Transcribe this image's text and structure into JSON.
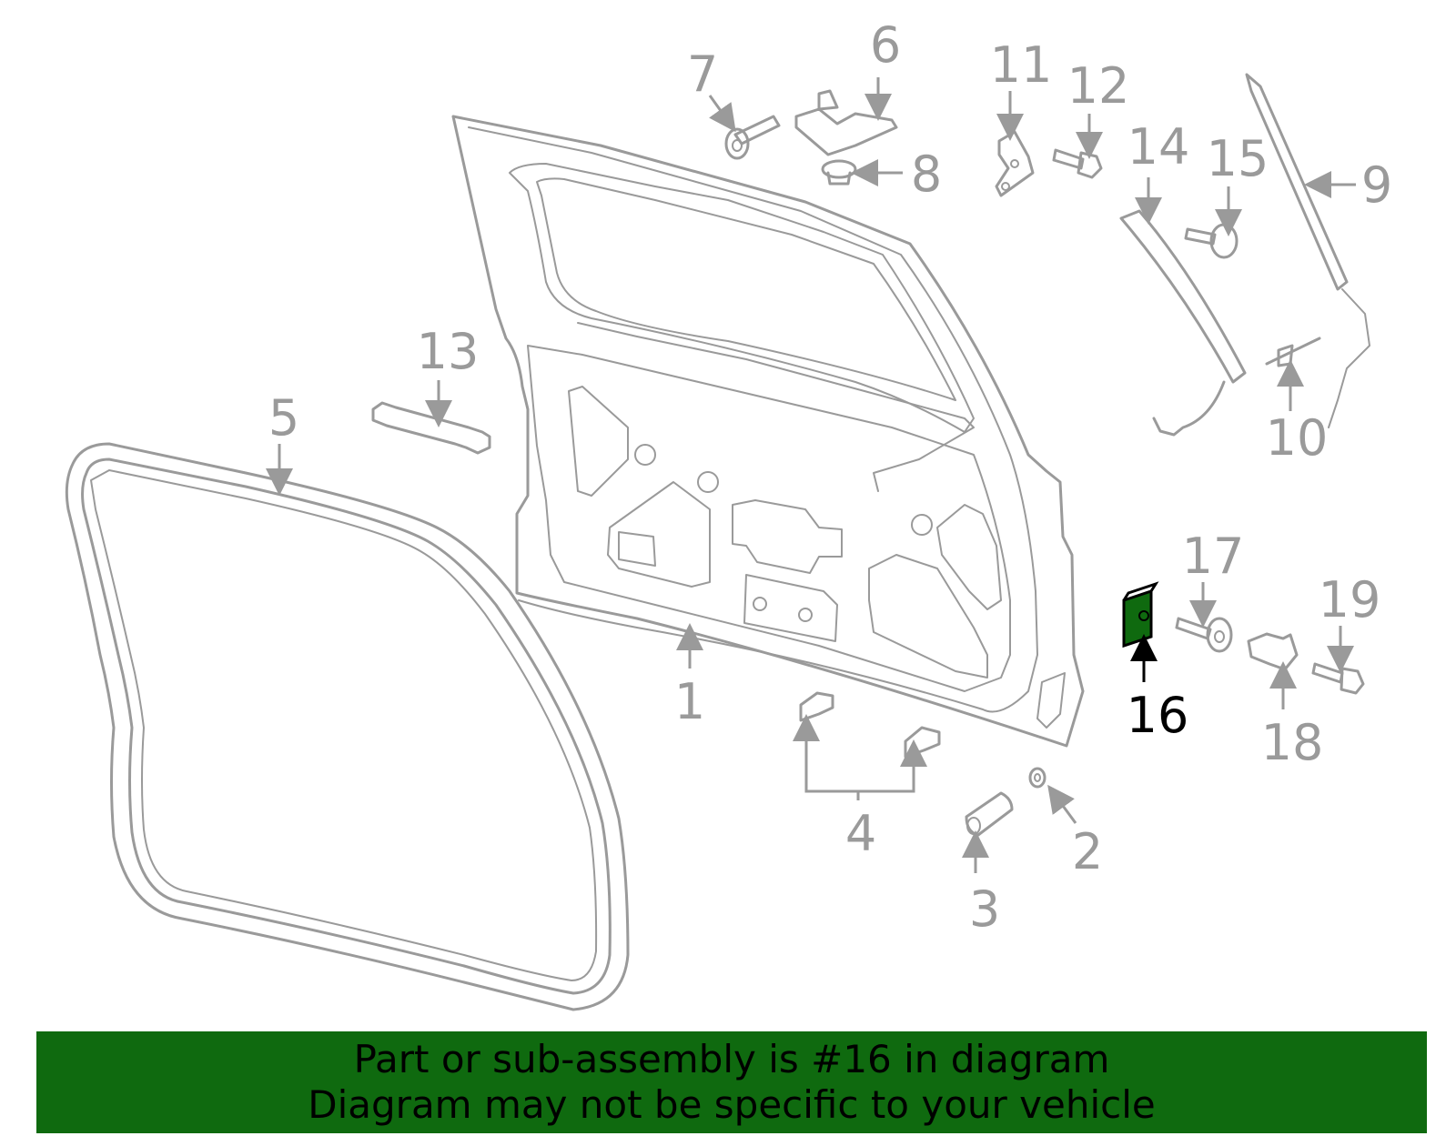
{
  "diagram": {
    "highlight_part": "16",
    "highlight_color": "#0f6a0f",
    "line_color": "#9a9a9a",
    "callouts": {
      "c1": "1",
      "c2": "2",
      "c3": "3",
      "c4": "4",
      "c5": "5",
      "c6": "6",
      "c7": "7",
      "c8": "8",
      "c9": "9",
      "c10": "10",
      "c11": "11",
      "c12": "12",
      "c13": "13",
      "c14": "14",
      "c15": "15",
      "c16": "16",
      "c17": "17",
      "c18": "18",
      "c19": "19"
    }
  },
  "banner": {
    "line1": "Part or sub-assembly is #16 in diagram",
    "line2": "Diagram may not be specific to your vehicle",
    "background": "#0f6a0f"
  }
}
